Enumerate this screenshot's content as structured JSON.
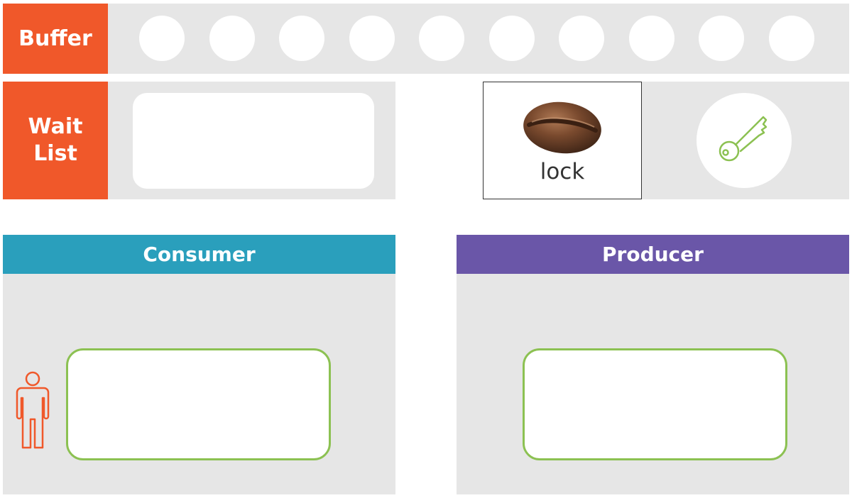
{
  "colors": {
    "label_bg": "#f0582a",
    "consumer_header": "#2a9fbc",
    "producer_header": "#6a56a8",
    "track": "#e6e6e6",
    "work_box_border": "#8cc152",
    "key_color": "#8cc152",
    "person_color": "#f0582a"
  },
  "buffer": {
    "label": "Buffer",
    "slot_count": 10
  },
  "wait_list": {
    "label": "Wait\nList"
  },
  "lock": {
    "label": "lock",
    "image_icon": "coffee-bean-icon",
    "key_icon": "key-icon"
  },
  "consumer": {
    "title": "Consumer",
    "thread_icon": "person-icon"
  },
  "producer": {
    "title": "Producer"
  }
}
